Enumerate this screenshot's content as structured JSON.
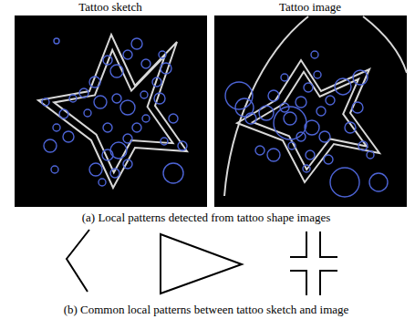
{
  "diagram": {
    "labels": [
      "Tattoo sketch",
      "Tattoo image",
      "(a) Local patterns detected from tattoo shape images",
      "(b) Common local patterns between tattoo sketch and image"
    ]
  }
}
